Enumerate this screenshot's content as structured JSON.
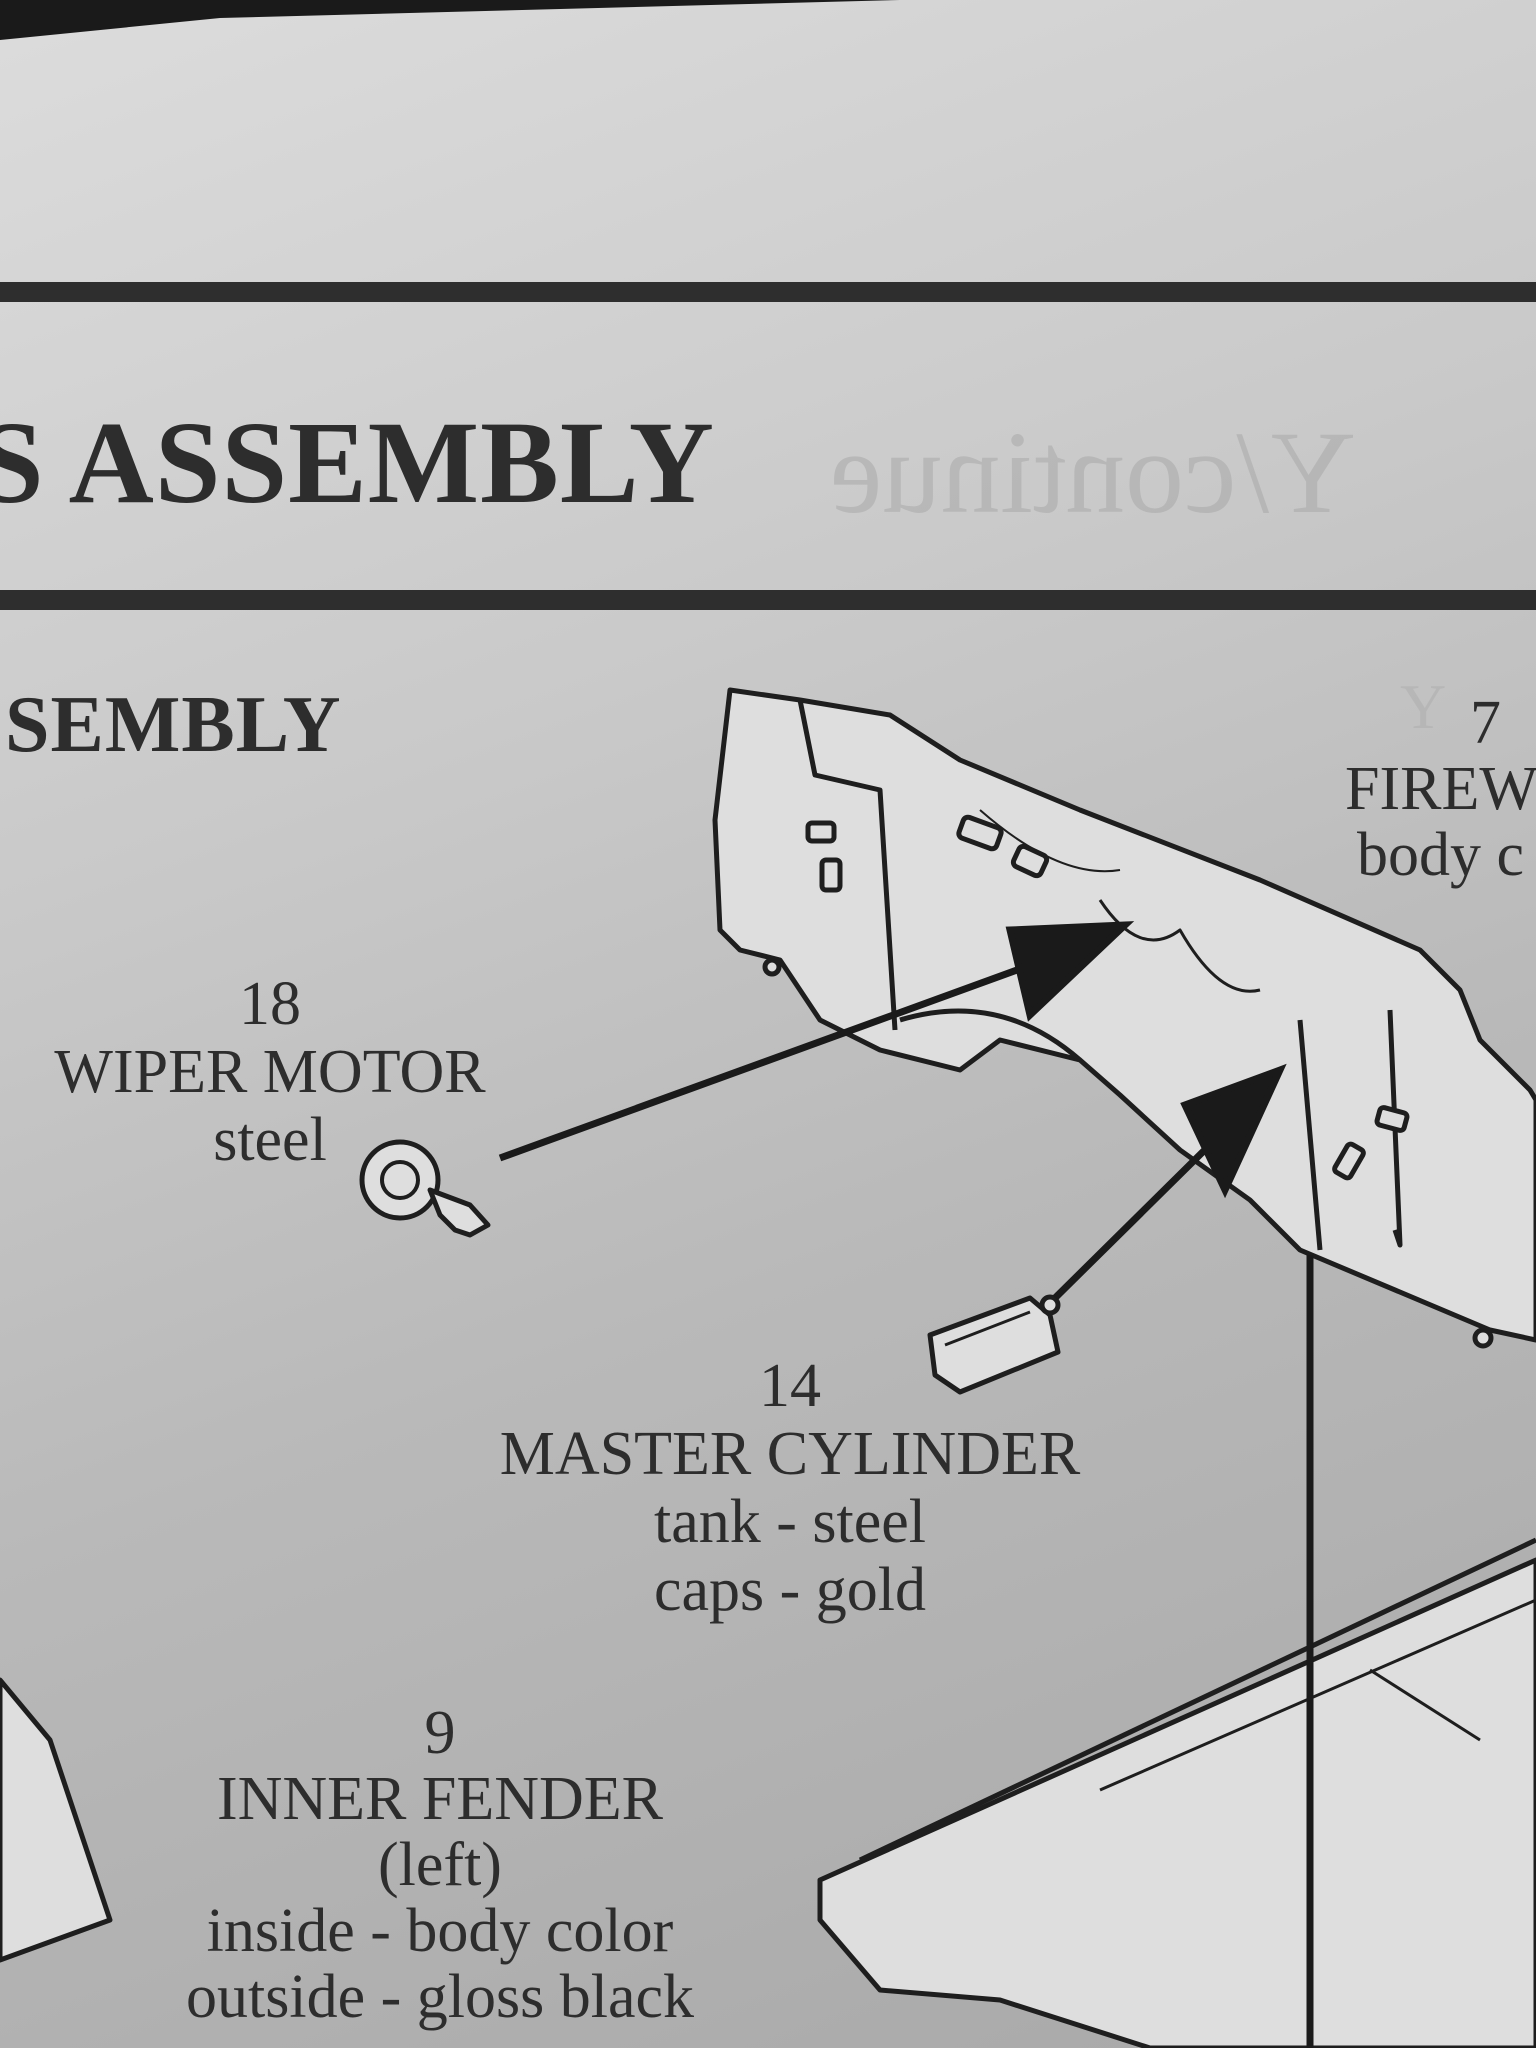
{
  "page": {
    "title_main": "S ASSEMBLY",
    "title_bleed": "Y/continue",
    "subheading": "SEMBLY",
    "bleed_small": "Y"
  },
  "parts": [
    {
      "number": "18",
      "name": "WIPER MOTOR",
      "detail": [
        "steel"
      ]
    },
    {
      "number": "14",
      "name": "MASTER CYLINDER",
      "detail": [
        "tank - steel",
        "caps - gold"
      ]
    },
    {
      "number": "9",
      "name": "INNER FENDER",
      "detail": [
        "(left)",
        "inside - body color",
        "outside - gloss black"
      ]
    },
    {
      "number": "7",
      "name": "FIREW",
      "detail": [
        "body c"
      ]
    }
  ]
}
